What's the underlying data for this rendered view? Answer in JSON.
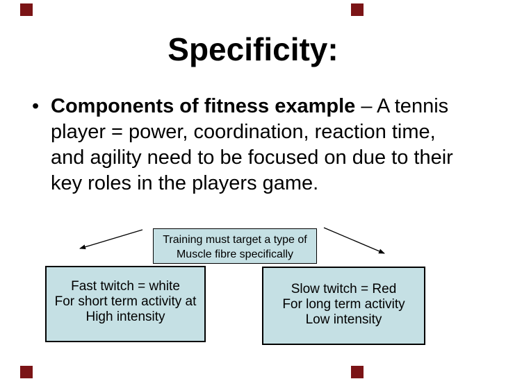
{
  "slide": {
    "title": "Specificity:",
    "bullet": {
      "marker": "•",
      "bold_text": "Components of fitness example",
      "regular_text": " – A tennis player = power, coordination, reaction time, and agility need to be focused on due to their key roles in the players game."
    },
    "boxes": {
      "training": {
        "lines": [
          "Training must target a type of",
          "Muscle fibre specifically"
        ]
      },
      "fast_twitch": {
        "lines": [
          "Fast twitch = white",
          "For short term activity at",
          "High intensity"
        ]
      },
      "slow_twitch": {
        "lines": [
          "Slow twitch = Red",
          "For long term activity",
          "Low intensity"
        ]
      }
    },
    "colors": {
      "background": "#ffffff",
      "text": "#000000",
      "box_fill": "#c5e0e4",
      "box_border": "#000000",
      "corner_square": "#7b1416",
      "arrow": "#000000"
    }
  }
}
